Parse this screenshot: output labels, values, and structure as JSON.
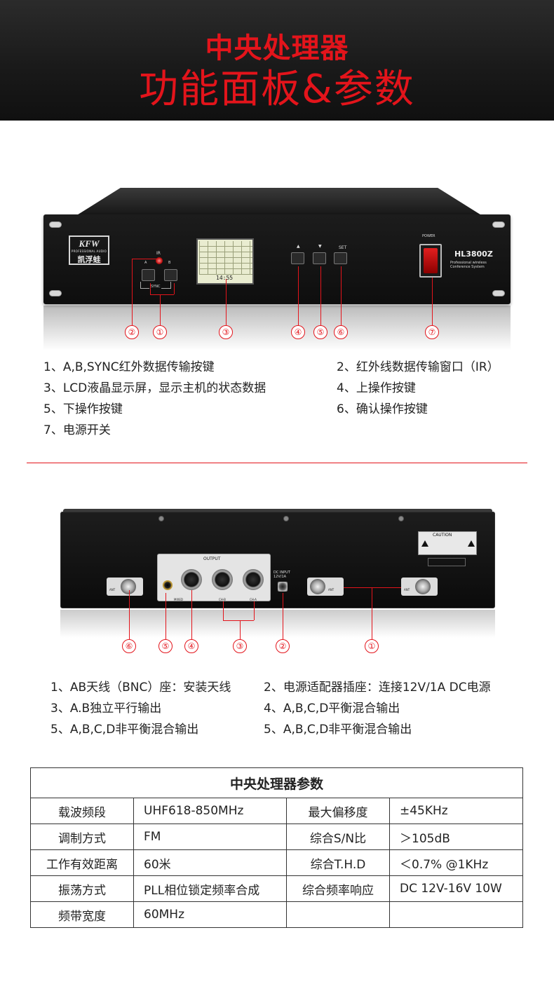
{
  "header": {
    "line1": "中央处理器",
    "line2": "功能面板&参数"
  },
  "front_panel": {
    "brand": "KFW",
    "brand_sub": "PROFESSIONAL AUDIO",
    "brand_cn": "凯浮蛙",
    "ir_label": "IR",
    "a_label": "A",
    "b_label": "B",
    "sync_label": "SYNC",
    "lcd_time": "14:55",
    "up_label": "▲",
    "down_label": "▼",
    "set_label": "SET",
    "power_label": "POWER",
    "model": "HL3800Z",
    "model_sub1": "Professional wireless",
    "model_sub2": "Conference System",
    "callouts": [
      "②",
      "①",
      "③",
      "④",
      "⑤",
      "⑥",
      "⑦"
    ]
  },
  "front_legend": [
    "1、A,B,SYNC红外数据传输按键",
    "2、红外线数据传输窗口（IR）",
    "3、LCD液晶显示屏，显示主机的状态数据",
    "4、上操作按键",
    "5、下操作按键",
    "6、确认操作按键",
    "7、电源开关"
  ],
  "back_panel": {
    "output_label": "OUTPUT",
    "ant_label": "ANT",
    "mixed_label": "MIXED",
    "ch_b_label": "CH-B",
    "ch_a_label": "CH-A",
    "dc_label_1": "DC INPUT",
    "dc_label_2": "12V/1A",
    "caution_label": "CAUTION",
    "callouts": [
      "⑥",
      "⑤",
      "④",
      "③",
      "②",
      "①"
    ]
  },
  "back_legend": [
    "1、AB天线（BNC）座：安装天线",
    "2、电源适配器插座：连接12V/1A DC电源",
    "3、A.B独立平行输出",
    "4、A,B,C,D平衡混合输出",
    "5、A,B,C,D非平衡混合输出",
    "5、A,B,C,D非平衡混合输出"
  ],
  "spec_table": {
    "title": "中央处理器参数",
    "rows": [
      [
        "载波频段",
        "UHF618-850MHz",
        "最大偏移度",
        "±45KHz"
      ],
      [
        "调制方式",
        "FM",
        "综合S/N比",
        "＞105dB"
      ],
      [
        "工作有效距离",
        "60米",
        "综合T.H.D",
        "＜0.7%  @1KHz"
      ],
      [
        "振荡方式",
        "PLL相位锁定频率合成",
        "综合频率响应",
        "DC 12V-16V 10W"
      ],
      [
        "频带宽度",
        "60MHz",
        "",
        ""
      ]
    ]
  },
  "colors": {
    "accent": "#e3141b",
    "header_bg": "#1a1a1a"
  }
}
